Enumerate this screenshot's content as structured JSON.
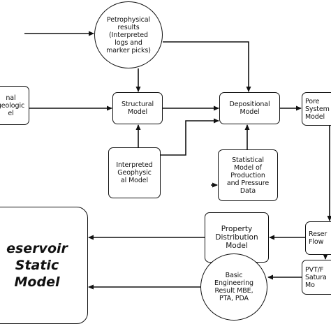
{
  "diagram": {
    "nodes": {
      "petrophysical": "Petrophysical\nresults\n(Interpreted\nlogs and\nmarker picks)",
      "regional_geologic": "nal\ngeologic\nel",
      "structural": "Structural\nModel",
      "depositional": "Depositional\nModel",
      "pore_system": "Pore\nSystem\nModel",
      "interpreted_geophysical": "Interpreted\nGeophysic\nal Model",
      "statistical": "Statistical\nModel of\nProduction\nand Pressure\nData",
      "reservoir_static": "eservoir Static\nModel",
      "property_distribution": "Property\nDistribution\nModel",
      "reservoir_flow": "Reser\nFlow",
      "basic_engineering": "Basic\nEngineering\nResult MBE,\nPTA, PDA",
      "pvt": "PVT/F\nSatura\nMo"
    }
  }
}
